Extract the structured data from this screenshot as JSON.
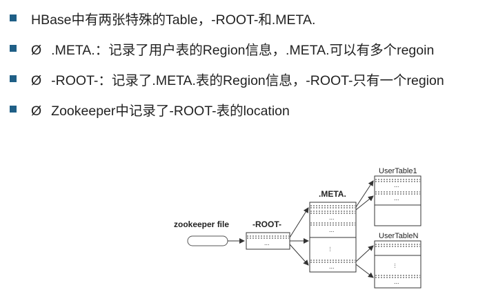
{
  "bullets": [
    {
      "mark": "",
      "text": "HBase中有两张特殊的Table，-ROOT-和.META."
    },
    {
      "mark": "Ø",
      "text": ".META.：记录了用户表的Region信息，.META.可以有多个regoin"
    },
    {
      "mark": "Ø",
      "text": "-ROOT-：记录了.META.表的Region信息，-ROOT-只有一个region"
    },
    {
      "mark": "Ø",
      "text": "Zookeeper中记录了-ROOT-表的location"
    }
  ],
  "diagram": {
    "zookeeper_label": "zookeeper file",
    "root_label": "-ROOT-",
    "meta_label": ".META.",
    "usertable1_label": "UserTable1",
    "usertablen_label": "UserTableN",
    "ellipsis": "..."
  }
}
